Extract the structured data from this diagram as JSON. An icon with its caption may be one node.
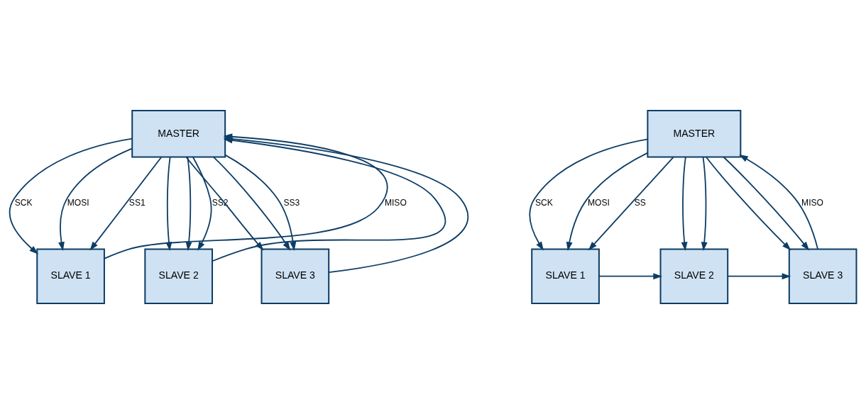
{
  "diagram": {
    "nodes": [
      {
        "text": [
          "MASTER"
        ]
      },
      {
        "text": [
          "SLAVE 1"
        ]
      },
      {
        "text": [
          "SLAVE 2"
        ]
      },
      {
        "text": [
          "SLAVE 3"
        ]
      },
      {
        "text": [
          "MASTER"
        ]
      },
      {
        "text": [
          "SLAVE 1"
        ]
      },
      {
        "text": [
          "SLAVE 2"
        ]
      },
      {
        "text": [
          "SLAVE 3"
        ]
      }
    ],
    "edges": [
      {
        "from": 0,
        "to": 1,
        "arrow": "to",
        "label": "SCK"
      },
      {
        "from": 0,
        "to": 2,
        "arrow": "to"
      },
      {
        "from": 0,
        "to": 3,
        "arrow": "to"
      },
      {
        "from": 0,
        "to": 1,
        "arrow": "to",
        "label": "MOSI"
      },
      {
        "from": 0,
        "to": 2,
        "arrow": "to"
      },
      {
        "from": 0,
        "to": 3,
        "arrow": "to"
      },
      {
        "from": 1,
        "to": 0,
        "arrow": "to",
        "label": "MISO"
      },
      {
        "from": 2,
        "to": 0,
        "arrow": "to"
      },
      {
        "from": 3,
        "to": 0,
        "arrow": "to"
      },
      {
        "from": 0,
        "to": 1,
        "arrow": "to",
        "label": "SS1"
      },
      {
        "from": 0,
        "to": 2,
        "arrow": "to",
        "label": "SS2"
      },
      {
        "from": 0,
        "to": 3,
        "arrow": "to",
        "label": "SS3"
      },
      {
        "from": 4,
        "to": 5,
        "arrow": "to",
        "label": "SCK"
      },
      {
        "from": 4,
        "to": 6,
        "arrow": "to"
      },
      {
        "from": 4,
        "to": 7,
        "arrow": "to"
      },
      {
        "from": 4,
        "to": 5,
        "arrow": "to",
        "label": "MOSI"
      },
      {
        "from": 5,
        "to": 6,
        "arrow": "to"
      },
      {
        "from": 6,
        "to": 7,
        "arrow": "to"
      },
      {
        "from": 7,
        "to": 4,
        "arrow": "to",
        "label": "MISO"
      },
      {
        "from": 4,
        "to": 5,
        "arrow": "to",
        "label": "SS"
      },
      {
        "from": 4,
        "to": 6,
        "arrow": "to"
      },
      {
        "from": 4,
        "to": 7,
        "arrow": "to"
      }
    ]
  }
}
